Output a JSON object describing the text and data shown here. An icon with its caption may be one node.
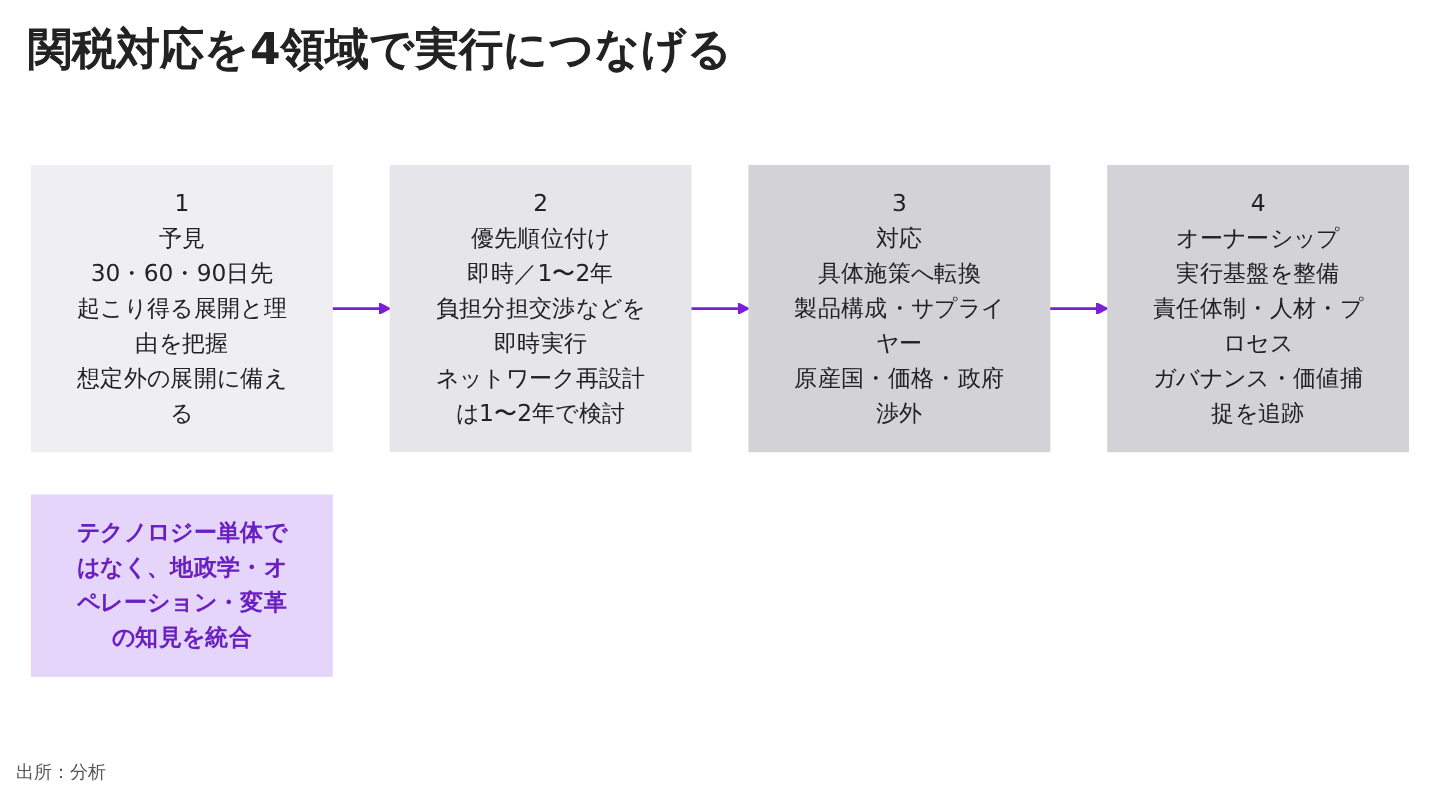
{
  "diagram": {
    "title": "関税対応を4領域で実行につなげる",
    "nodes": [
      {
        "text": [
          "1",
          "予見",
          "30・60・90日先",
          "起こり得る展開と理由を把握",
          "想定外の展開に備える"
        ]
      },
      {
        "text": [
          "2",
          "優先順位付け",
          "即時／1〜2年",
          "負担分担交渉などを即時実行",
          "ネットワーク再設計は1〜2年で検討"
        ]
      },
      {
        "text": [
          "3",
          "対応",
          "具体施策へ転換",
          "製品構成・サプライヤー",
          "原産国・価格・政府渉外"
        ]
      },
      {
        "text": [
          "4",
          "オーナーシップ",
          "実行基盤を整備",
          "責任体制・人材・プロセス",
          "ガバナンス・価値捕捉を追跡"
        ]
      },
      {
        "text": [
          "テクノロジー単体ではなく、地政学・オペレーション・変革の知見を統合"
        ]
      }
    ],
    "edges": [
      {
        "from": 0,
        "to": 1,
        "arrow": "to"
      },
      {
        "from": 1,
        "to": 2,
        "arrow": "to"
      },
      {
        "from": 2,
        "to": 3,
        "arrow": "to"
      }
    ],
    "caption": "出所：分析"
  }
}
